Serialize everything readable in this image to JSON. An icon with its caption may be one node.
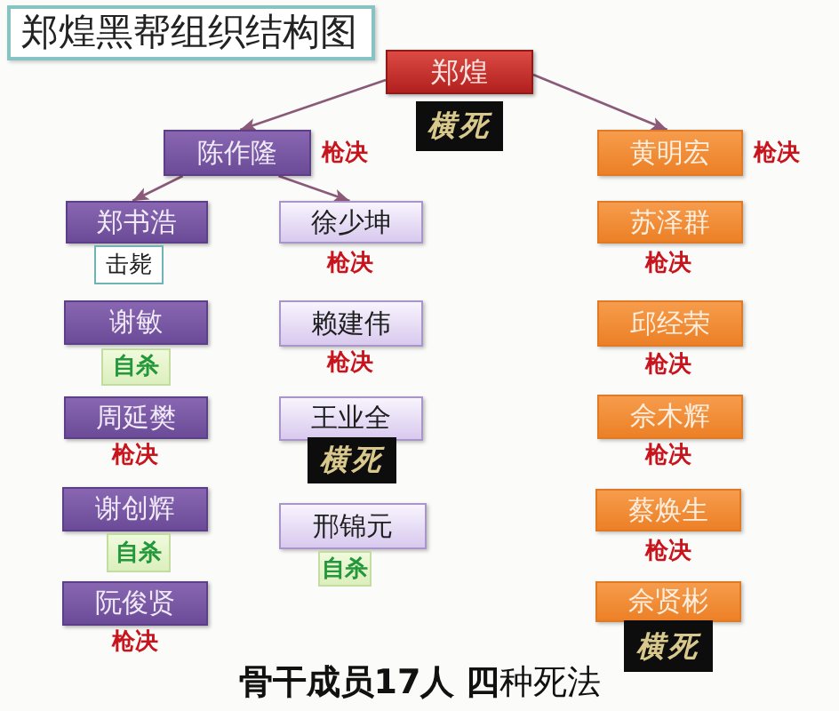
{
  "diagram": {
    "title": "郑煌黑帮组织结构图",
    "caption": "**骨干成员17人** **四**种死法",
    "nodes": [
      {
        "text": [
          "郑煌"
        ]
      },
      {
        "text": [
          "横死"
        ]
      },
      {
        "text": [
          "陈作隆"
        ],
        "beside": [
          "枪决"
        ]
      },
      {
        "text": [
          "黄明宏"
        ],
        "beside": [
          "枪决"
        ]
      },
      {
        "text": [
          "郑书浩"
        ]
      },
      {
        "text": [
          "击毙"
        ]
      },
      {
        "text": [
          "徐少坤"
        ],
        "beside": [
          "枪决"
        ]
      },
      {
        "text": [
          "苏泽群"
        ],
        "beside": [
          "枪决"
        ]
      },
      {
        "text": [
          "谢敏"
        ]
      },
      {
        "text": [
          "自杀"
        ]
      },
      {
        "text": [
          "赖建伟"
        ],
        "beside": [
          "枪决"
        ]
      },
      {
        "text": [
          "邱经荣"
        ],
        "beside": [
          "枪决"
        ]
      },
      {
        "text": [
          "周延樊"
        ],
        "beside": [
          "枪决"
        ]
      },
      {
        "text": [
          "王业全"
        ]
      },
      {
        "text": [
          "横死"
        ]
      },
      {
        "text": [
          "佘木辉"
        ],
        "beside": [
          "枪决"
        ]
      },
      {
        "text": [
          "谢创辉"
        ]
      },
      {
        "text": [
          "自杀"
        ]
      },
      {
        "text": [
          "邢锦元"
        ]
      },
      {
        "text": [
          "自杀"
        ]
      },
      {
        "text": [
          "蔡焕生"
        ],
        "beside": [
          "枪决"
        ]
      },
      {
        "text": [
          "阮俊贤"
        ],
        "beside": [
          "枪决"
        ]
      },
      {
        "text": [
          "佘贤彬"
        ]
      },
      {
        "text": [
          "横死"
        ]
      }
    ],
    "edges": [
      {
        "from": 0,
        "to": 2,
        "arrow": "to"
      },
      {
        "from": 0,
        "to": 3,
        "arrow": "to"
      },
      {
        "from": 2,
        "to": 4,
        "arrow": "to"
      },
      {
        "from": 2,
        "to": 6,
        "arrow": "to"
      }
    ]
  }
}
